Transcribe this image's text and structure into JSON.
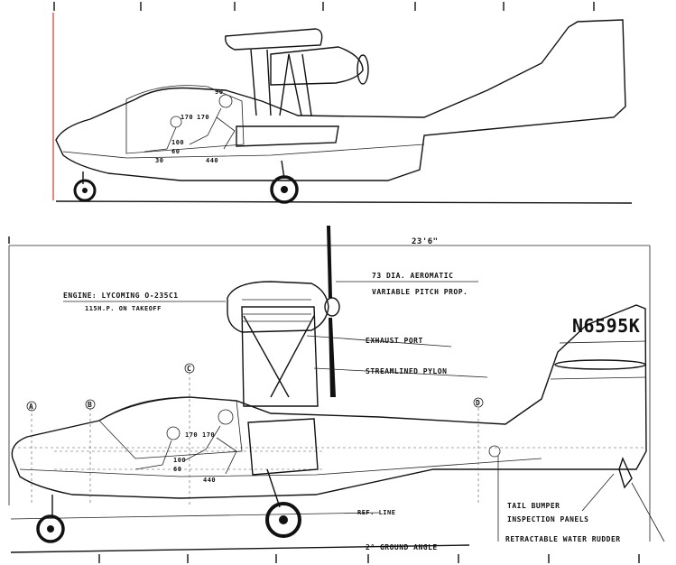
{
  "top_view": {
    "dims": {
      "d90": "90",
      "d170a": "170",
      "d170b": "170",
      "d100": "100",
      "d60": "60",
      "d30": "30",
      "d440": "440"
    }
  },
  "main_view": {
    "overall_length": "23'6\"",
    "registration": "N6595K",
    "engine_label_line1": "ENGINE: LYCOMING O-235C1",
    "engine_label_line2": "115H.P. ON TAKEOFF",
    "prop_label_line1": "73 DIA. AEROMATIC",
    "prop_label_line2": "VARIABLE PITCH PROP.",
    "exhaust_label": "EXHAUST PORT",
    "pylon_label": "STREAMLINED PYLON",
    "ref_line_label": "REF. LINE",
    "ground_angle_label": "2° GROUND ANGLE",
    "tail_bumper_label": "TAIL BUMPER",
    "inspection_label": "INSPECTION PANELS",
    "rudder_label": "RETRACTABLE WATER RUDDER",
    "station_a": "A",
    "station_b": "B",
    "station_c": "C",
    "station_d": "D",
    "dims": {
      "d170a": "170",
      "d170b": "170",
      "d100": "100",
      "d60": "60",
      "d440": "440"
    }
  }
}
